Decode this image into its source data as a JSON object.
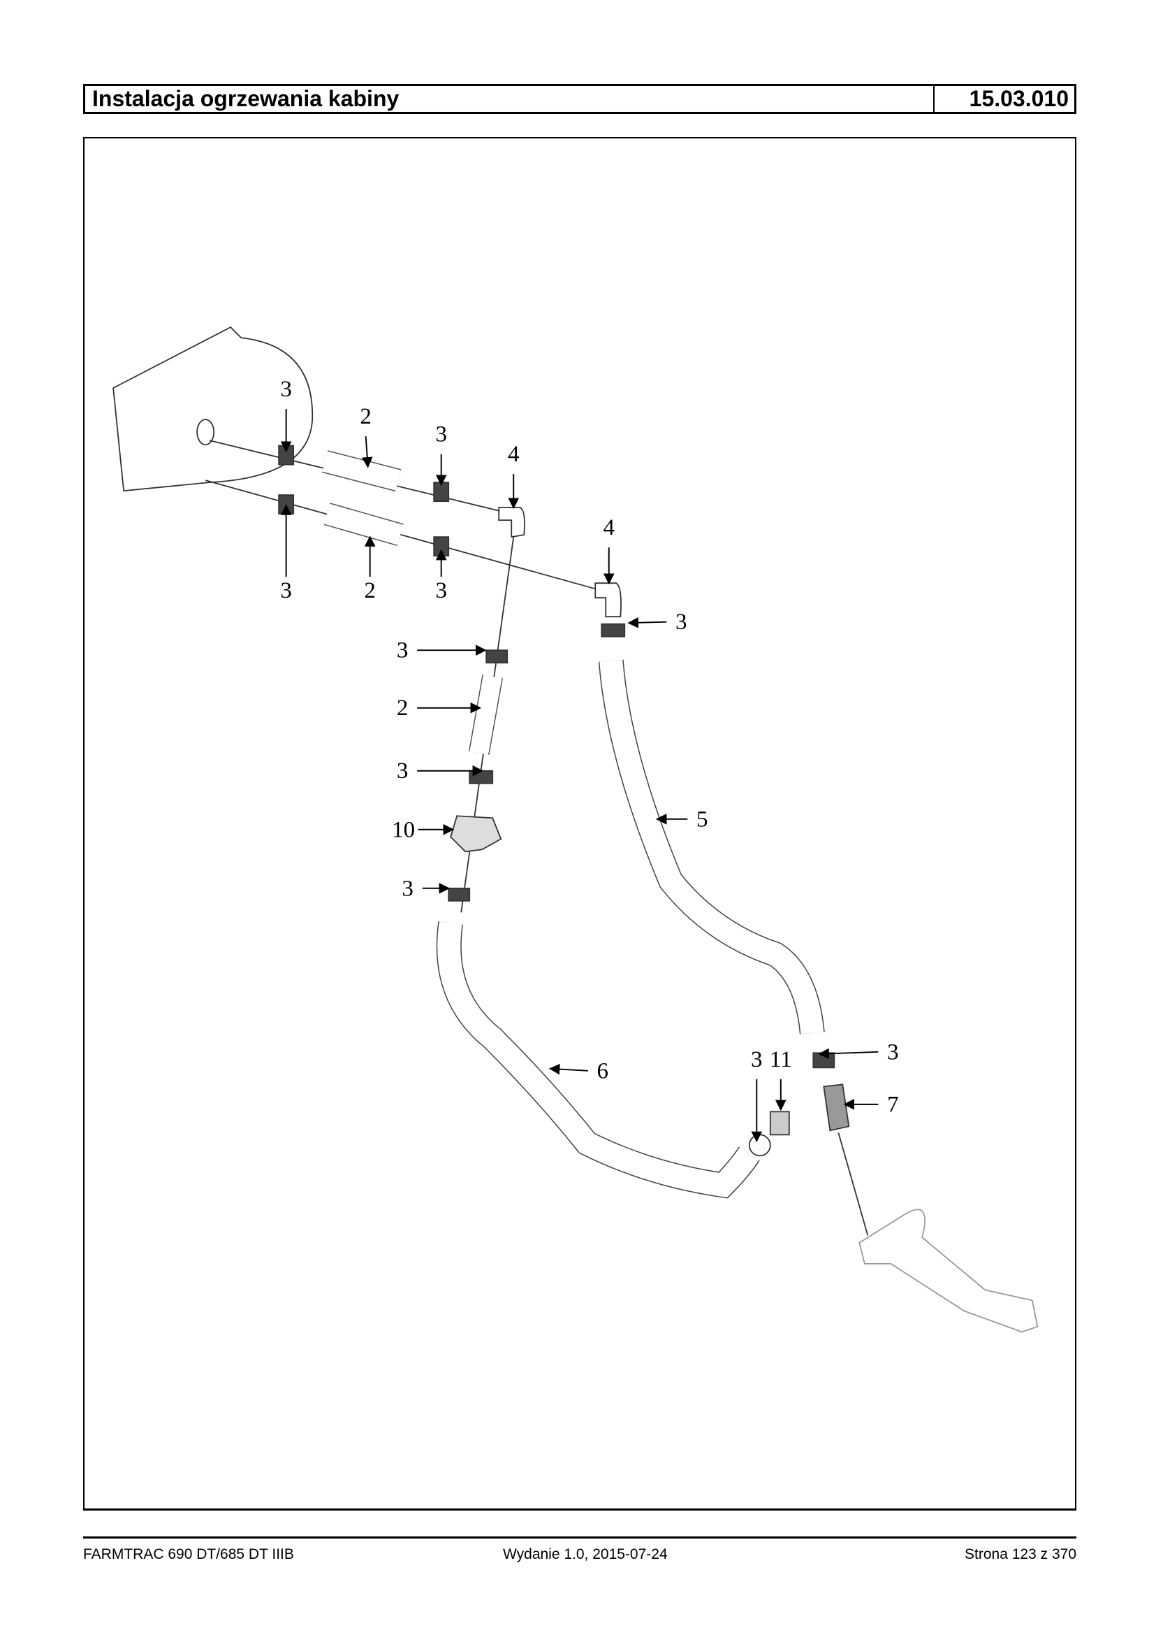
{
  "header": {
    "title": "Instalacja ogrzewania kabiny",
    "code": "15.03.010"
  },
  "diagram": {
    "callouts": [
      "3",
      "2",
      "3",
      "4",
      "3",
      "2",
      "3",
      "4",
      "3",
      "3",
      "2",
      "3",
      "10",
      "3",
      "5",
      "6",
      "3",
      "11",
      "3",
      "7"
    ]
  },
  "footer": {
    "model": "FARMTRAC 690 DT/685 DT IIIB",
    "edition": "Wydanie 1.0,  2015-07-24",
    "page": "Strona 123 z 370"
  }
}
